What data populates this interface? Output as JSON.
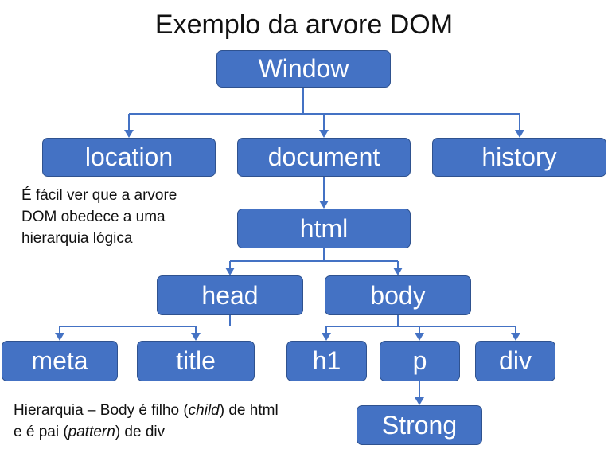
{
  "title": "Exemplo da arvore DOM",
  "nodes": {
    "window": "Window",
    "location": "location",
    "document": "document",
    "history": "history",
    "html": "html",
    "head": "head",
    "body": "body",
    "meta": "meta",
    "title_tag": "title",
    "h1": "h1",
    "p": "p",
    "div": "div",
    "strong": "Strong"
  },
  "notes": {
    "hierarchy_line1": "É fácil ver que a arvore",
    "hierarchy_line2": "DOM obedece a uma",
    "hierarchy_line3": "hierarquia lógica",
    "relation_pre": "Hierarquia – Body é filho (",
    "relation_child": "child",
    "relation_mid": ") de html",
    "relation2_pre": "e é pai (",
    "relation2_pattern": "pattern",
    "relation2_post": ") de div"
  },
  "colors": {
    "node_fill": "#4472C4",
    "node_border": "#2F528F",
    "edge": "#4472C4"
  }
}
